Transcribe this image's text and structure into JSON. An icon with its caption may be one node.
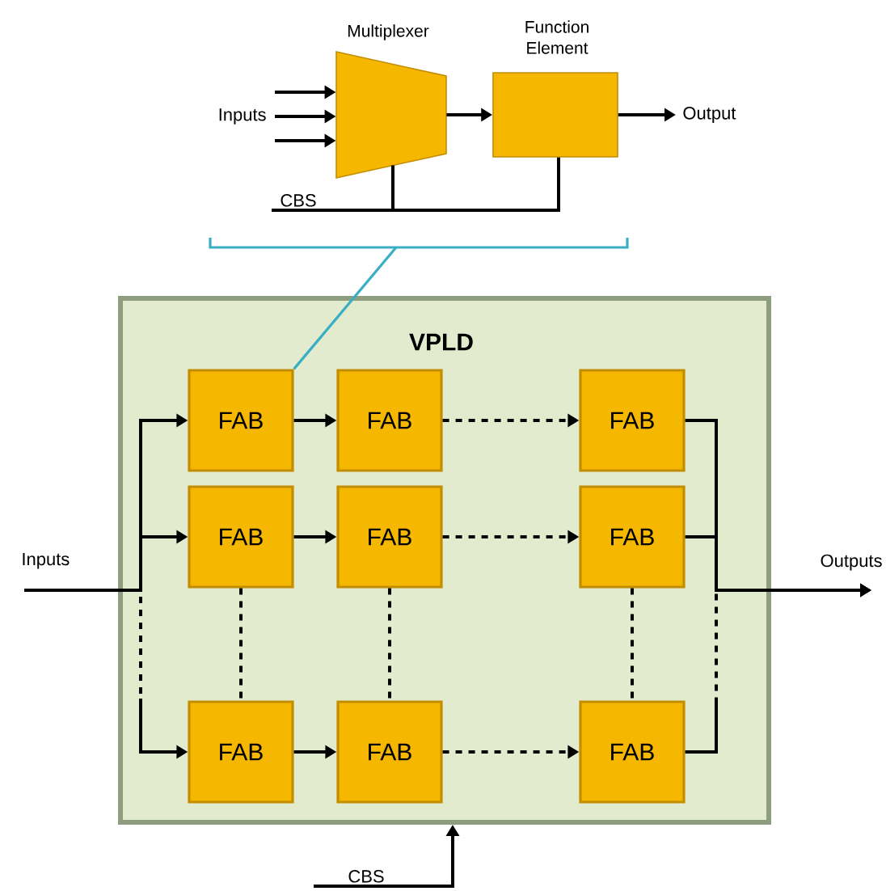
{
  "diagram": {
    "nodes": [
      {
        "text": [
          "Inputs"
        ]
      },
      {
        "text": [
          "Multiplexer"
        ]
      },
      {
        "text": [
          "Function Element"
        ]
      },
      {
        "text": [
          "Output"
        ]
      },
      {
        "text": [
          "CBS"
        ]
      },
      {
        "text": [
          "VPLD"
        ]
      },
      {
        "text": [
          "FAB"
        ],
        "in": 5
      },
      {
        "text": [
          "FAB"
        ],
        "in": 5
      },
      {
        "text": [
          "FAB"
        ],
        "in": 5
      },
      {
        "text": [
          "FAB"
        ],
        "in": 5
      },
      {
        "text": [
          "FAB"
        ],
        "in": 5
      },
      {
        "text": [
          "FAB"
        ],
        "in": 5
      },
      {
        "text": [
          "FAB"
        ],
        "in": 5
      },
      {
        "text": [
          "FAB"
        ],
        "in": 5
      },
      {
        "text": [
          "FAB"
        ],
        "in": 5
      },
      {
        "text": [
          "Inputs"
        ]
      },
      {
        "text": [
          "Outputs"
        ]
      },
      {
        "text": [
          "CBS"
        ]
      }
    ],
    "edges": [
      {
        "from": 0,
        "to": 1,
        "arrow": "to"
      },
      {
        "from": 0,
        "to": 1,
        "arrow": "to"
      },
      {
        "from": 0,
        "to": 1,
        "arrow": "to"
      },
      {
        "from": 1,
        "to": 2,
        "arrow": "to"
      },
      {
        "from": 2,
        "to": 3,
        "arrow": "to"
      },
      {
        "from": 4,
        "to": 1,
        "arrow": "none"
      },
      {
        "from": 4,
        "to": 2,
        "arrow": "none"
      },
      {
        "from": null,
        "to": 6,
        "arrow": "none",
        "color": "#3aafc4"
      },
      {
        "from": 15,
        "to": 6,
        "arrow": "to"
      },
      {
        "from": 15,
        "to": 9,
        "arrow": "to"
      },
      {
        "from": 15,
        "to": 12,
        "arrow": "to",
        "style": "dashed"
      },
      {
        "from": 6,
        "to": 7,
        "arrow": "to"
      },
      {
        "from": 7,
        "to": 8,
        "arrow": "to",
        "style": "dashed"
      },
      {
        "from": 9,
        "to": 10,
        "arrow": "to"
      },
      {
        "from": 10,
        "to": 11,
        "arrow": "to",
        "style": "dashed"
      },
      {
        "from": 12,
        "to": 13,
        "arrow": "to"
      },
      {
        "from": 13,
        "to": 14,
        "arrow": "to",
        "style": "dashed"
      },
      {
        "from": 9,
        "to": 12,
        "arrow": "none",
        "style": "dashed"
      },
      {
        "from": 10,
        "to": 13,
        "arrow": "none",
        "style": "dashed"
      },
      {
        "from": 11,
        "to": 14,
        "arrow": "none",
        "style": "dashed"
      },
      {
        "from": 8,
        "to": 16,
        "arrow": "to"
      },
      {
        "from": 11,
        "to": 16,
        "arrow": "to"
      },
      {
        "from": 14,
        "to": 16,
        "arrow": "to",
        "style": "dashed"
      },
      {
        "from": 17,
        "to": 5,
        "arrow": "to"
      }
    ]
  }
}
